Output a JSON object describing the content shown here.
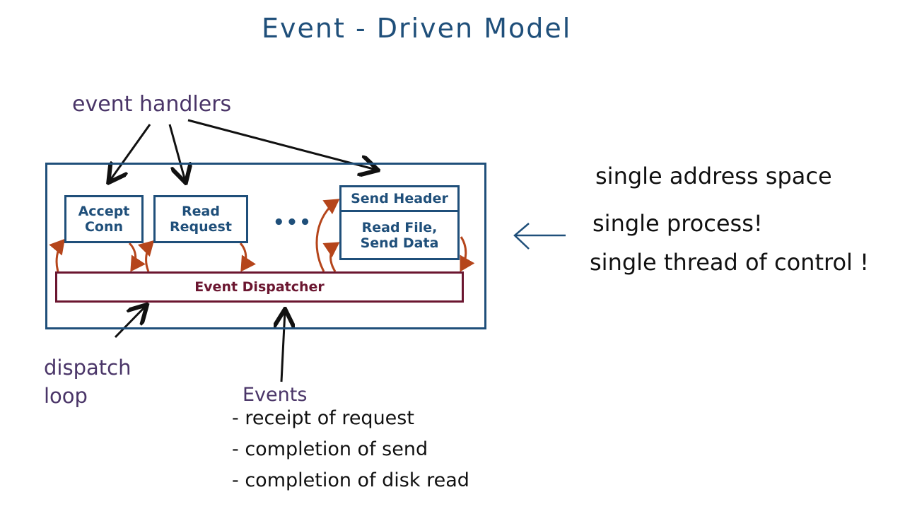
{
  "title": "Event - Driven Model",
  "labels": {
    "event_handlers": "event handlers",
    "dispatch_loop": "dispatch loop",
    "events": "Events"
  },
  "boxes": {
    "accept_conn": "Accept Conn",
    "read_request": "Read Request",
    "send_header": "Send Header",
    "read_file": "Read File, Send Data",
    "ellipsis": "•••",
    "event_dispatcher": "Event Dispatcher"
  },
  "events_list": [
    "- receipt of request",
    "- completion of send",
    "- completion of disk read"
  ],
  "notes": [
    "single address space",
    "single process!",
    "single thread of control !"
  ],
  "colors": {
    "box_blue": "#1f4f7a",
    "dispatcher_maroon": "#6b1630",
    "loop_arrow": "#b5451b",
    "label_purple": "#4a3568"
  }
}
